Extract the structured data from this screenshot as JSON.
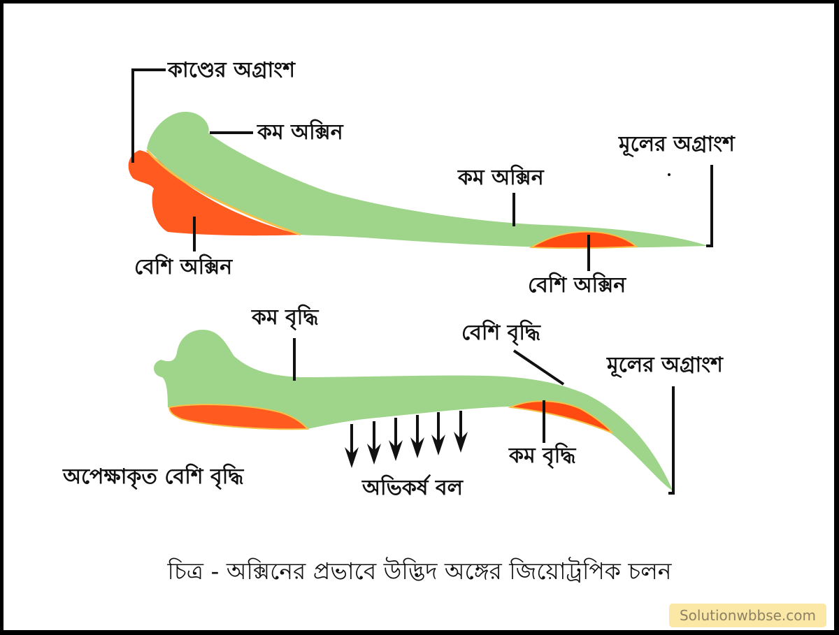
{
  "diagram": {
    "title_caption": "চিত্র - অক্সিনের প্রভাবে উদ্ভিদ অঙ্গের জিয়োট্রপিক চলন",
    "top_panel": {
      "labels": {
        "shoot_tip": "কাণ্ডের অগ্রাংশ",
        "less_auxin_shoot": "কম অক্সিন",
        "more_auxin_shoot": "বেশি অক্সিন",
        "less_auxin_root": "কম অক্সিন",
        "more_auxin_root": "বেশি অক্সিন",
        "root_tip": "মূলের অগ্রাংশ"
      }
    },
    "bottom_panel": {
      "labels": {
        "less_growth_shoot": "কম বৃদ্ধি",
        "relatively_more_growth": "অপেক্ষাকৃত বেশি বৃদ্ধি",
        "more_growth_root": "বেশি বৃদ্ধি",
        "less_growth_root": "কম বৃদ্ধি",
        "root_tip": "মূলের অগ্রাংশ",
        "gravity_force": "অভিকর্ষ বল"
      },
      "gravity_arrow_count": 6
    },
    "colors": {
      "plant_green": "#9fd58a",
      "auxin_orange": "#ff5a1f",
      "auxin_edge": "#f7c04a",
      "line": "#111111",
      "background": "#ffffff",
      "frame": "#000000"
    }
  },
  "watermark": {
    "text": "Solutionwbbse.com",
    "bg": "#fbe7a6",
    "color": "#8c8163"
  }
}
